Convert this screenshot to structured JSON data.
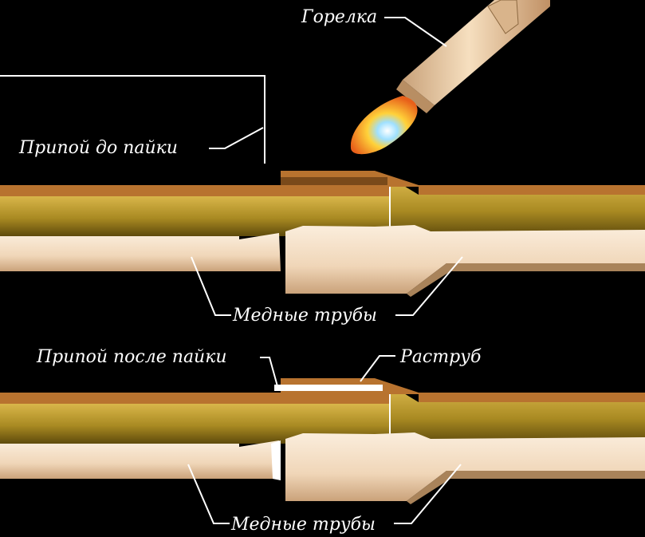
{
  "labels": {
    "torch": "Горелка",
    "solder_before": "Припой до пайки",
    "copper_pipes_top": "Медные трубы",
    "solder_after": "Припой после пайки",
    "socket": "Раструб",
    "copper_pipes_bottom": "Медные трубы"
  },
  "colors": {
    "background": "#000000",
    "pipe_wall": "#c9a236",
    "pipe_wall_dark": "#6b5610",
    "pipe_rim": "#b8732f",
    "pipe_interior": "#f2dcc2",
    "solder_wire": "#ffffff",
    "flame_outer": "#e8601a",
    "flame_inner": "#ffd23a",
    "flame_core": "#9fe0ff",
    "torch_body": "#e8c79d",
    "label_text": "#ffffff"
  }
}
